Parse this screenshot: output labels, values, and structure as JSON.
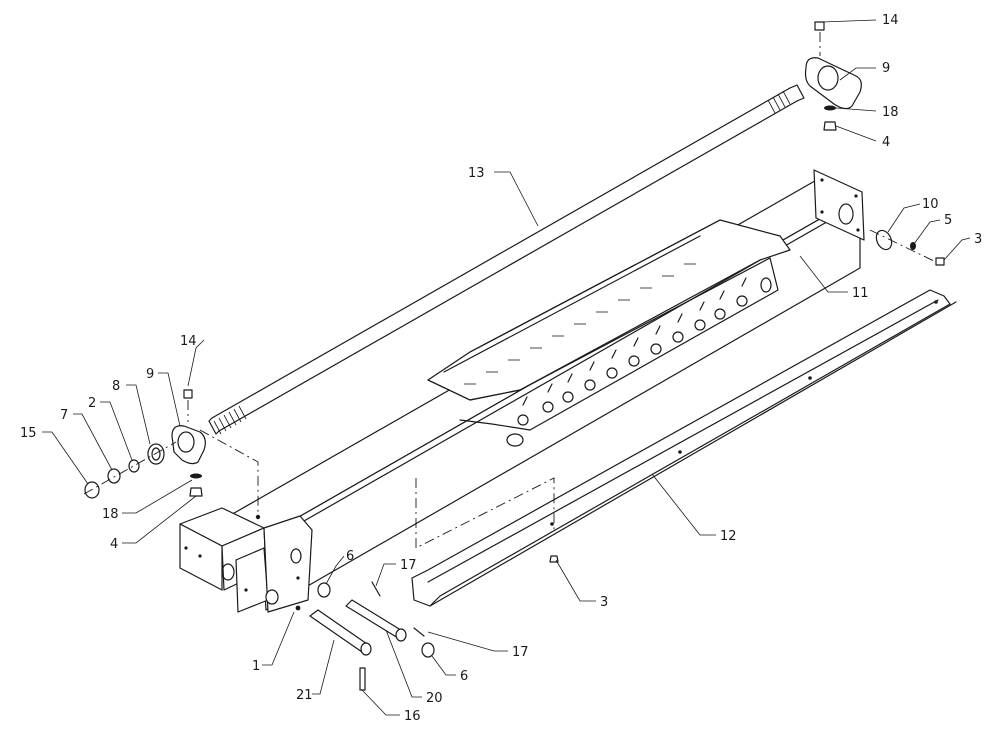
{
  "callouts": [
    {
      "id": "c14a",
      "text": "14"
    },
    {
      "id": "c9a",
      "text": "9"
    },
    {
      "id": "c18a",
      "text": "18"
    },
    {
      "id": "c4a",
      "text": "4"
    },
    {
      "id": "c13",
      "text": "13"
    },
    {
      "id": "c10",
      "text": "10"
    },
    {
      "id": "c5",
      "text": "5"
    },
    {
      "id": "c3a",
      "text": "3"
    },
    {
      "id": "c11",
      "text": "11"
    },
    {
      "id": "c14b",
      "text": "14"
    },
    {
      "id": "c8",
      "text": "8"
    },
    {
      "id": "c9b",
      "text": "9"
    },
    {
      "id": "c2",
      "text": "2"
    },
    {
      "id": "c7",
      "text": "7"
    },
    {
      "id": "c15",
      "text": "15"
    },
    {
      "id": "c18b",
      "text": "18"
    },
    {
      "id": "c4b",
      "text": "4"
    },
    {
      "id": "c12",
      "text": "12"
    },
    {
      "id": "c6a",
      "text": "6"
    },
    {
      "id": "c17a",
      "text": "17"
    },
    {
      "id": "c3b",
      "text": "3"
    },
    {
      "id": "c17b",
      "text": "17"
    },
    {
      "id": "c1",
      "text": "1"
    },
    {
      "id": "c6b",
      "text": "6"
    },
    {
      "id": "c21",
      "text": "21"
    },
    {
      "id": "c20",
      "text": "20"
    },
    {
      "id": "c16",
      "text": "16"
    }
  ]
}
